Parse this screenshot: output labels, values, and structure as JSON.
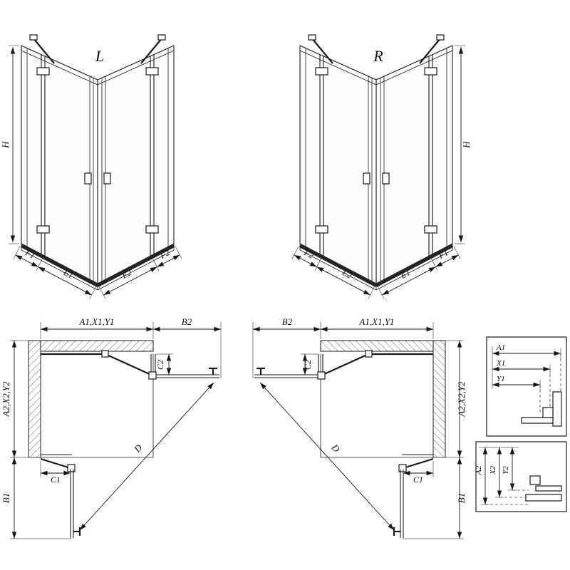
{
  "sheet": {
    "background": "#ffffff",
    "line_color": "#1a1a1a"
  },
  "drawing": {
    "front_views": {
      "left": {
        "variant": "L",
        "height": "H",
        "bottom_left": [
          "F1",
          "E1"
        ],
        "bottom_right": [
          "E2",
          "F2"
        ]
      },
      "right": {
        "variant": "R",
        "height": "H",
        "bottom_left": [
          "F2",
          "E2"
        ],
        "bottom_right": [
          "E1",
          "F1"
        ]
      }
    },
    "plan_views": {
      "left": {
        "width_top": "A1,X1,Y1",
        "door_top": "B2",
        "depth_side": "A2,X2,Y2",
        "door_side": "B1",
        "fixed_top": "C2",
        "fixed_side": "C1",
        "diagonal": "D"
      },
      "right": {
        "width_top": "A1,X1,Y1",
        "door_top": "B2",
        "depth_side": "A2,X2,Y2",
        "door_side": "B1",
        "fixed_top": "C2",
        "fixed_side": "C1",
        "diagonal": "D"
      }
    },
    "details": {
      "top": {
        "dims": [
          "A1",
          "X1",
          "Y1"
        ]
      },
      "bottom": {
        "dims": [
          "A2",
          "X2",
          "Y2"
        ]
      }
    }
  }
}
